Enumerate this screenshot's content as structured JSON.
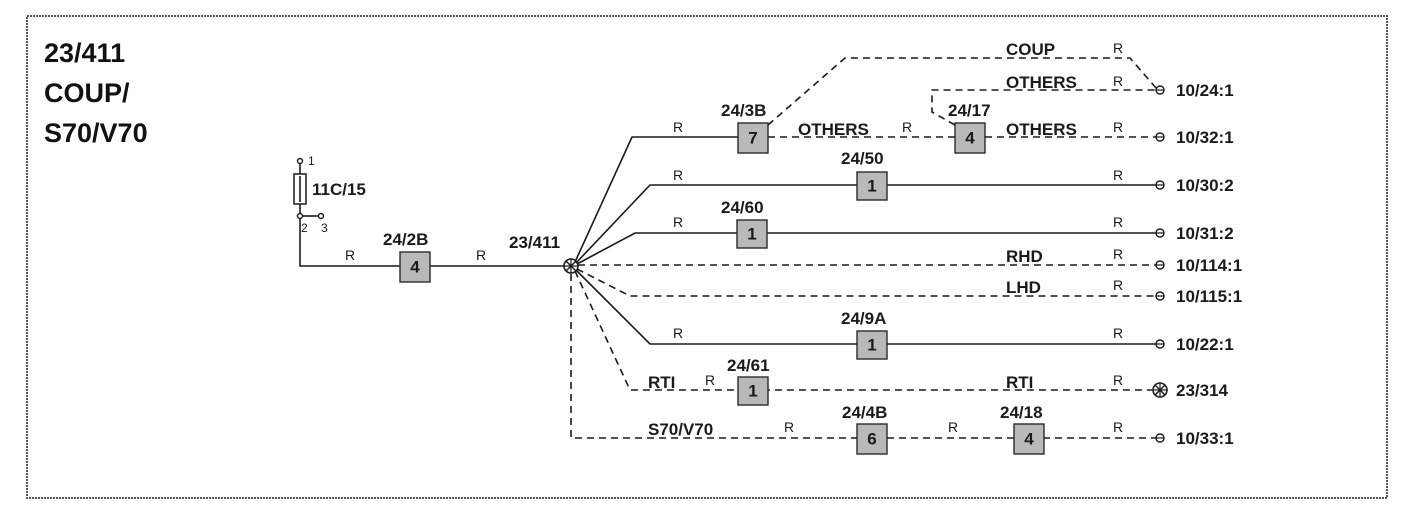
{
  "title": {
    "line1": "23/411",
    "line2": "COUP/",
    "line3": "S70/V70"
  },
  "fuse": {
    "label": "11C/15",
    "pin_top": "1",
    "pin_bottom_left": "2",
    "pin_bottom_right": "3"
  },
  "input": {
    "connector": "24/2B",
    "pin": "4",
    "wire_code": "R"
  },
  "hub": {
    "label": "23/411"
  },
  "branches": {
    "b1": {
      "wire_code": "R",
      "connector": "24/3B",
      "pin": "7",
      "variant": "OTHERS",
      "after_variant_code": "R",
      "connector2": "24/17",
      "pin2": "4",
      "variant2": "OTHERS",
      "end_code": "R",
      "terminal": "10/32:1",
      "coup_variant": "COUP",
      "coup_code": "R",
      "others_top_variant": "OTHERS",
      "others_top_code": "R",
      "terminal_top": "10/24:1"
    },
    "b2": {
      "wire_code": "R",
      "connector": "24/50",
      "pin": "1",
      "end_code": "R",
      "terminal": "10/30:2"
    },
    "b3": {
      "wire_code": "R",
      "connector": "24/60",
      "pin": "1",
      "end_code": "R",
      "terminal": "10/31:2"
    },
    "b4": {
      "variant": "RHD",
      "end_code": "R",
      "terminal": "10/114:1"
    },
    "b5": {
      "variant": "LHD",
      "end_code": "R",
      "terminal": "10/115:1"
    },
    "b6": {
      "wire_code": "R",
      "connector": "24/9A",
      "pin": "1",
      "end_code": "R",
      "terminal": "10/22:1"
    },
    "b7": {
      "variant": "RTI",
      "wire_code": "R",
      "connector": "24/61",
      "pin": "1",
      "variant2": "RTI",
      "end_code": "R",
      "terminal": "23/314"
    },
    "b8": {
      "variant": "S70/V70",
      "wire_code": "R",
      "connector": "24/4B",
      "pin": "6",
      "mid_code": "R",
      "connector2": "24/18",
      "pin2": "4",
      "end_code": "R",
      "terminal": "10/33:1"
    }
  }
}
